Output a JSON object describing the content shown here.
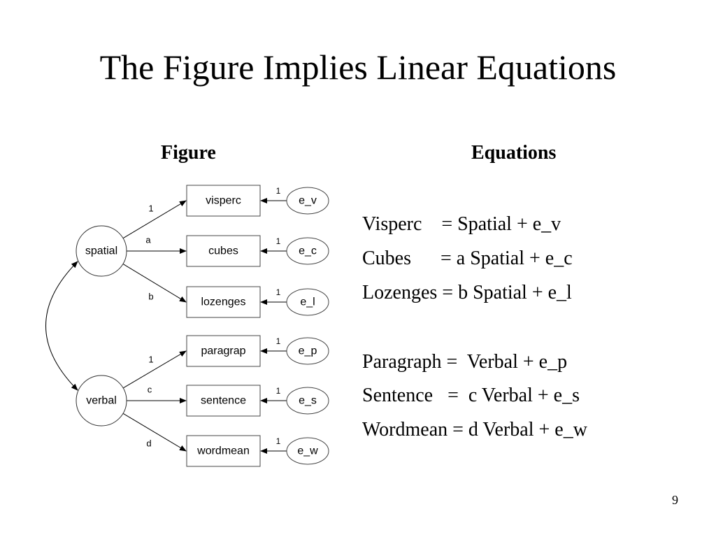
{
  "slide": {
    "title": "The Figure Implies Linear Equations",
    "page_number": "9"
  },
  "figure": {
    "heading": "Figure",
    "factors": [
      {
        "id": "spatial",
        "label": "spatial"
      },
      {
        "id": "verbal",
        "label": "verbal"
      }
    ],
    "indicators": [
      {
        "id": "visperc",
        "label": "visperc",
        "factor": "spatial",
        "loading_label": "1",
        "error_label": "e_v",
        "error_weight": "1"
      },
      {
        "id": "cubes",
        "label": "cubes",
        "factor": "spatial",
        "loading_label": "a",
        "error_label": "e_c",
        "error_weight": "1"
      },
      {
        "id": "lozenges",
        "label": "lozenges",
        "factor": "spatial",
        "loading_label": "b",
        "error_label": "e_l",
        "error_weight": "1"
      },
      {
        "id": "paragrap",
        "label": "paragrap",
        "factor": "verbal",
        "loading_label": "1",
        "error_label": "e_p",
        "error_weight": "1"
      },
      {
        "id": "sentence",
        "label": "sentence",
        "factor": "verbal",
        "loading_label": "c",
        "error_label": "e_s",
        "error_weight": "1"
      },
      {
        "id": "wordmean",
        "label": "wordmean",
        "factor": "verbal",
        "loading_label": "d",
        "error_label": "e_w",
        "error_weight": "1"
      }
    ]
  },
  "equations": {
    "heading": "Equations",
    "rows": [
      "Visperc    = Spatial + e_v",
      "Cubes      = a Spatial + e_c",
      "Lozenges = b Spatial + e_l",
      "Paragraph =  Verbal + e_p",
      "Sentence   =  c Verbal + e_s",
      "Wordmean = d Verbal + e_w"
    ]
  }
}
